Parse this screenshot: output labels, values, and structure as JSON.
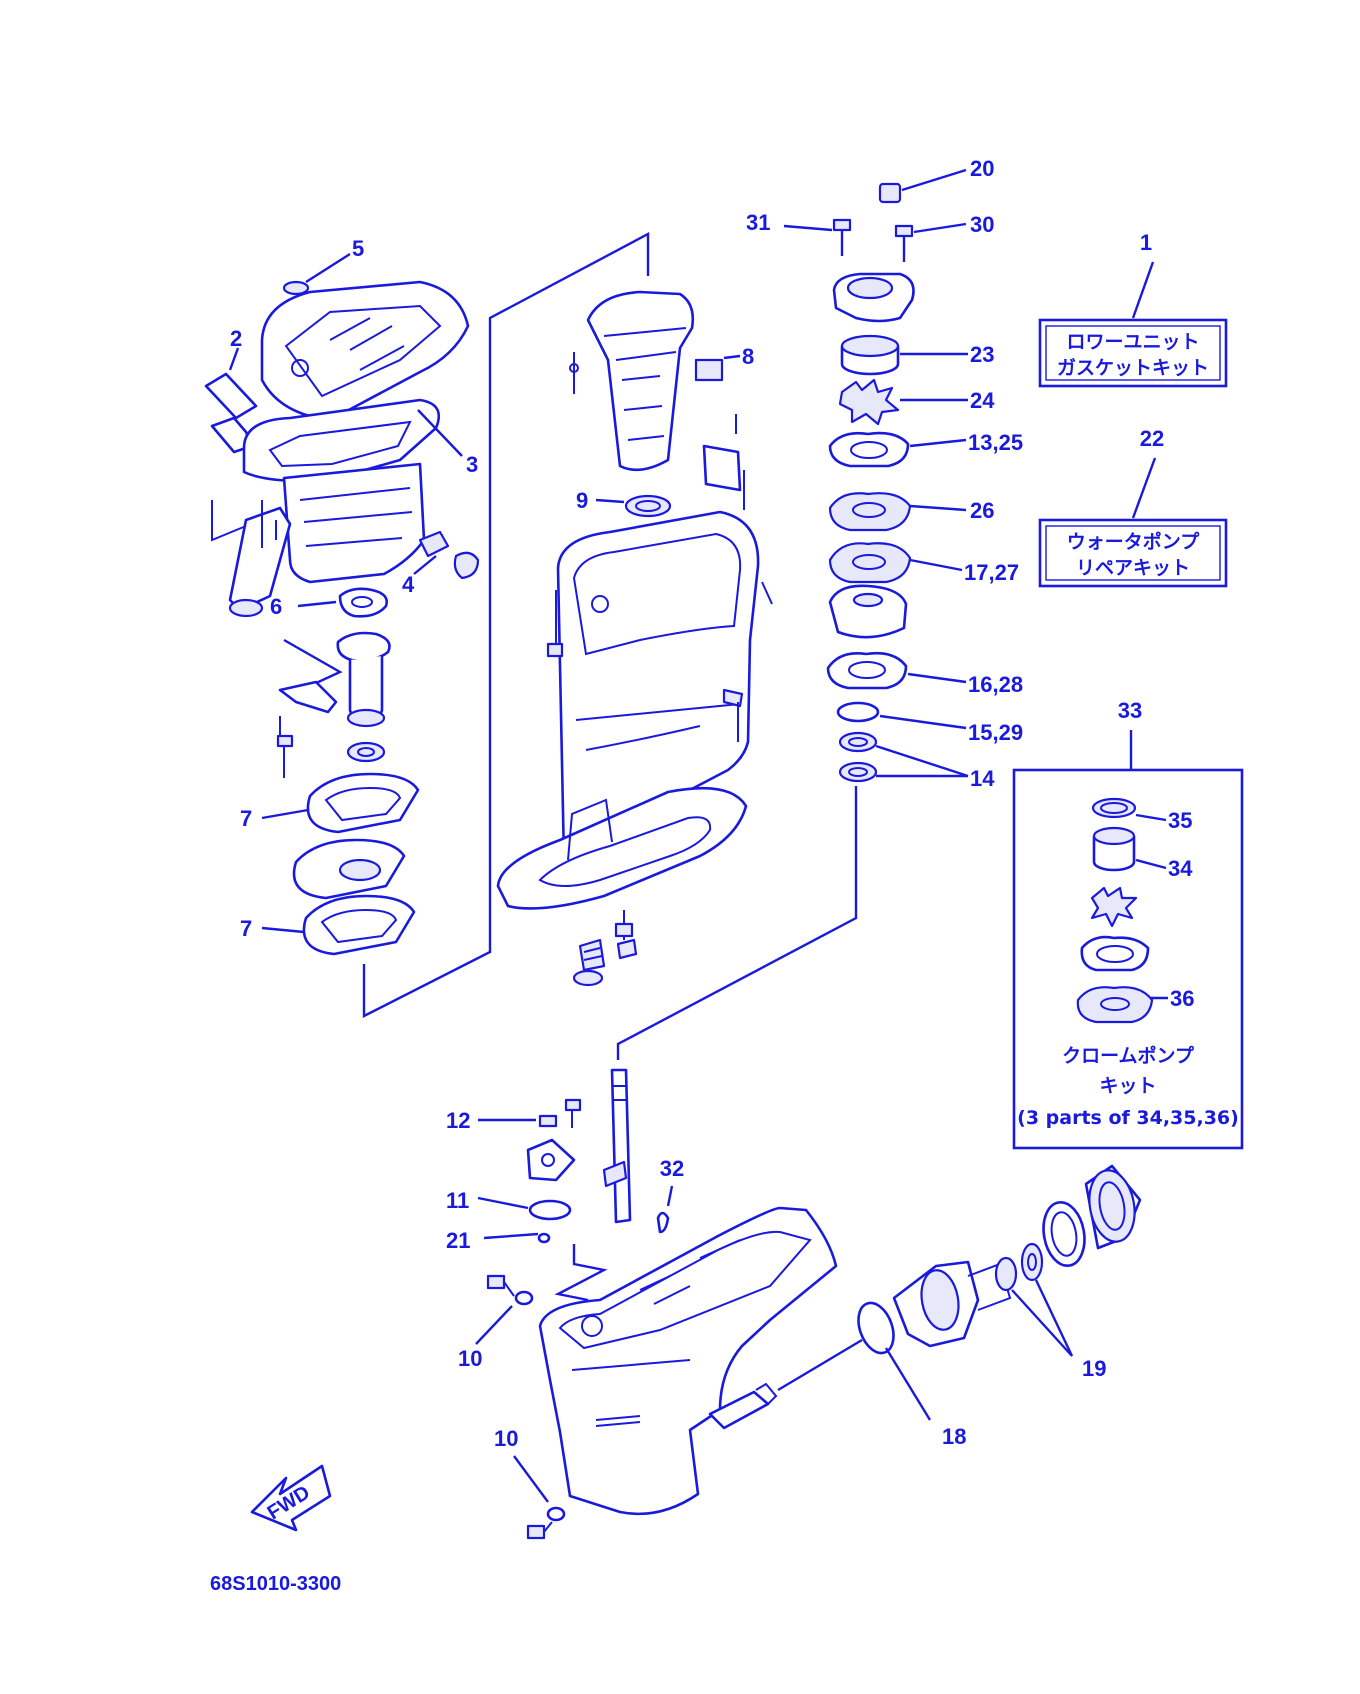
{
  "diagram_code": "68S1010-3300",
  "fwd_label": "FWD",
  "kit_1": {
    "number": "1",
    "line1": "ロワーユニット",
    "line2": "ガスケットキット"
  },
  "kit_22": {
    "number": "22",
    "line1": "ウォータポンプ",
    "line2": "リペアキット"
  },
  "kit_33": {
    "number": "33",
    "line1": "クロームポンプ",
    "line2": "キット",
    "line3": "(3 parts of 34,35,36)"
  },
  "callouts": {
    "c2": "2",
    "c3": "3",
    "c4": "4",
    "c5": "5",
    "c6": "6",
    "c7a": "7",
    "c7b": "7",
    "c8": "8",
    "c9": "9",
    "c10a": "10",
    "c10b": "10",
    "c11": "11",
    "c12": "12",
    "c13_25": "13,25",
    "c14": "14",
    "c15_29": "15,29",
    "c16_28": "16,28",
    "c17_27": "17,27",
    "c18": "18",
    "c19": "19",
    "c20": "20",
    "c21": "21",
    "c23": "23",
    "c24": "24",
    "c26": "26",
    "c30": "30",
    "c31": "31",
    "c32": "32",
    "c34": "34",
    "c35": "35",
    "c36": "36"
  }
}
